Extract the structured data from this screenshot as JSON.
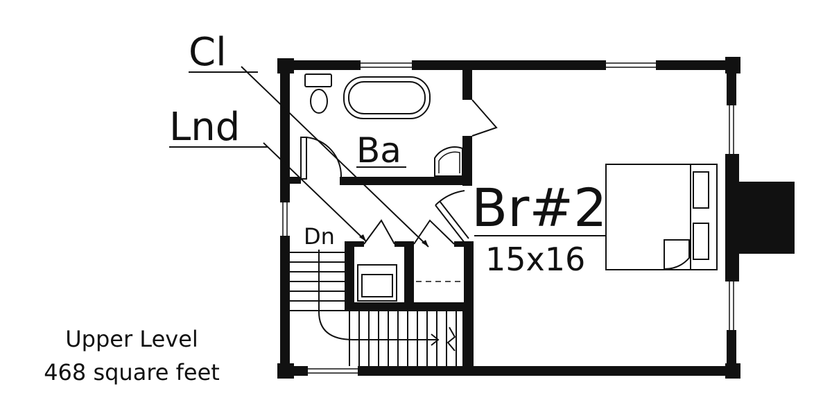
{
  "labels": {
    "closet": "Cl",
    "laundry": "Lnd",
    "bath": "Ba",
    "bedroom": "Br#2",
    "bedroom_size": "15x16",
    "stairs": "Dn"
  },
  "caption": {
    "line1": "Upper Level",
    "line2": "468 square feet"
  }
}
